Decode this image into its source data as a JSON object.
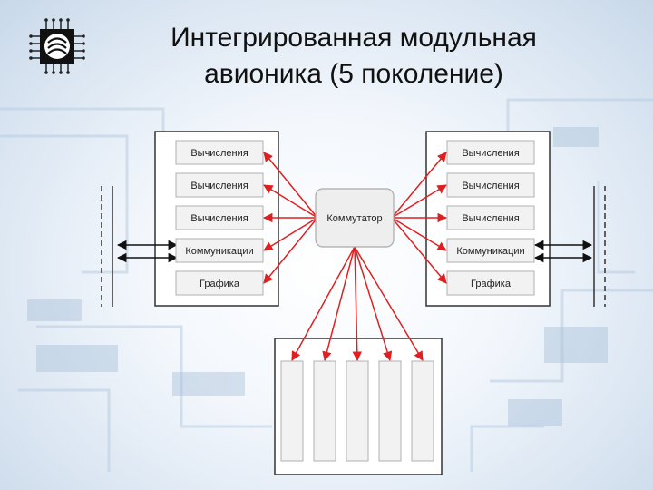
{
  "title": {
    "line1": "Интегрированная модульная",
    "line2": "авионика (5 поколение)"
  },
  "logo": {
    "icon": "chip-emblem-icon"
  },
  "left_module": {
    "items": [
      "Вычисления",
      "Вычисления",
      "Вычисления",
      "Коммуникации",
      "Графика"
    ]
  },
  "right_module": {
    "items": [
      "Вычисления",
      "Вычисления",
      "Вычисления",
      "Коммуникации",
      "Графика"
    ]
  },
  "switch": {
    "label": "Коммутатор"
  },
  "bottom_module": {
    "slot_count": 5
  },
  "colors": {
    "link": "#e02020",
    "arrow": "#111111",
    "box_fill": "#f2f2f2",
    "box_border": "#b0b0b0"
  }
}
